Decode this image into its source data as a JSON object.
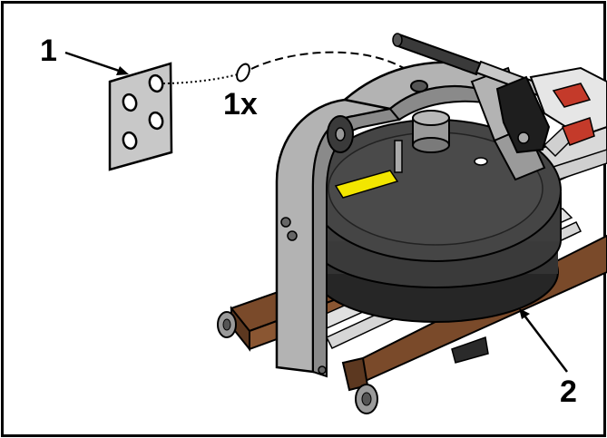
{
  "callouts": {
    "part_1": "1",
    "quantity": "1x",
    "part_2": "2"
  },
  "colors": {
    "frame_border": "#000000",
    "metal": "#b3b3b3",
    "metal_dark": "#8a8a8a",
    "tank": "#3d3d3d",
    "tank_dark": "#262626",
    "wood": "#7a4a2a",
    "wood_light": "#9a6038",
    "label_yellow": "#f2e600",
    "plate": "#c8c8c8"
  }
}
